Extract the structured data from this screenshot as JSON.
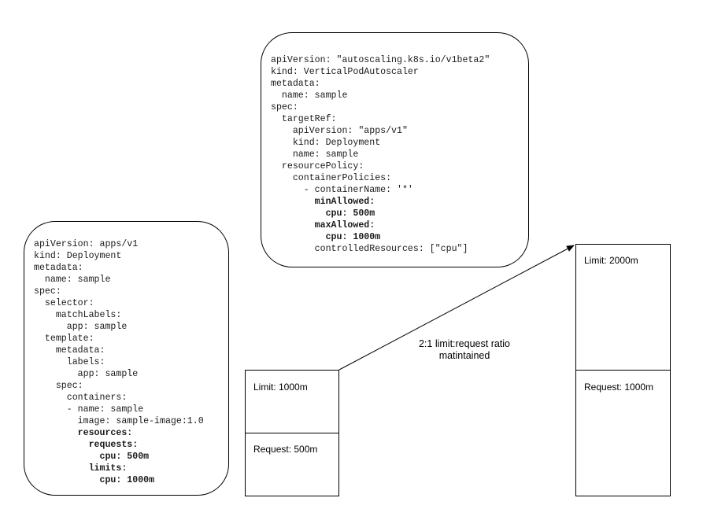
{
  "vpa_manifest": {
    "lines": [
      {
        "text": "apiVersion: \"autoscaling.k8s.io/v1beta2\"",
        "bold": false
      },
      {
        "text": "kind: VerticalPodAutoscaler",
        "bold": false
      },
      {
        "text": "metadata:",
        "bold": false
      },
      {
        "text": "  name: sample",
        "bold": false
      },
      {
        "text": "spec:",
        "bold": false
      },
      {
        "text": "  targetRef:",
        "bold": false
      },
      {
        "text": "    apiVersion: \"apps/v1\"",
        "bold": false
      },
      {
        "text": "    kind: Deployment",
        "bold": false
      },
      {
        "text": "    name: sample",
        "bold": false
      },
      {
        "text": "  resourcePolicy:",
        "bold": false
      },
      {
        "text": "    containerPolicies:",
        "bold": false
      },
      {
        "text": "      - containerName: '*'",
        "bold": false
      },
      {
        "text": "        minAllowed:",
        "bold": true
      },
      {
        "text": "          cpu: 500m",
        "bold": true
      },
      {
        "text": "        maxAllowed:",
        "bold": true
      },
      {
        "text": "          cpu: 1000m",
        "bold": true
      },
      {
        "text": "        controlledResources: [\"cpu\"]",
        "bold": false
      }
    ]
  },
  "deployment_manifest": {
    "lines": [
      {
        "text": "apiVersion: apps/v1",
        "bold": false
      },
      {
        "text": "kind: Deployment",
        "bold": false
      },
      {
        "text": "metadata:",
        "bold": false
      },
      {
        "text": "  name: sample",
        "bold": false
      },
      {
        "text": "spec:",
        "bold": false
      },
      {
        "text": "  selector:",
        "bold": false
      },
      {
        "text": "    matchLabels:",
        "bold": false
      },
      {
        "text": "      app: sample",
        "bold": false
      },
      {
        "text": "  template:",
        "bold": false
      },
      {
        "text": "    metadata:",
        "bold": false
      },
      {
        "text": "      labels:",
        "bold": false
      },
      {
        "text": "        app: sample",
        "bold": false
      },
      {
        "text": "    spec:",
        "bold": false
      },
      {
        "text": "      containers:",
        "bold": false
      },
      {
        "text": "      - name: sample",
        "bold": false
      },
      {
        "text": "        image: sample-image:1.0",
        "bold": false
      },
      {
        "text": "        resources:",
        "bold": true
      },
      {
        "text": "          requests:",
        "bold": true
      },
      {
        "text": "            cpu: 500m",
        "bold": true
      },
      {
        "text": "          limits:",
        "bold": true
      },
      {
        "text": "            cpu: 1000m",
        "bold": true
      }
    ]
  },
  "before_box": {
    "limit_label": "Limit: 1000m",
    "request_label": "Request: 500m"
  },
  "after_box": {
    "limit_label": "Limit: 2000m",
    "request_label": "Request: 1000m"
  },
  "ratio_note": {
    "line1": "2:1 limit:request ratio",
    "line2": "matintained"
  },
  "colors": {
    "stroke": "#000000",
    "code_text": "#1a1a1a",
    "background": "#ffffff"
  }
}
